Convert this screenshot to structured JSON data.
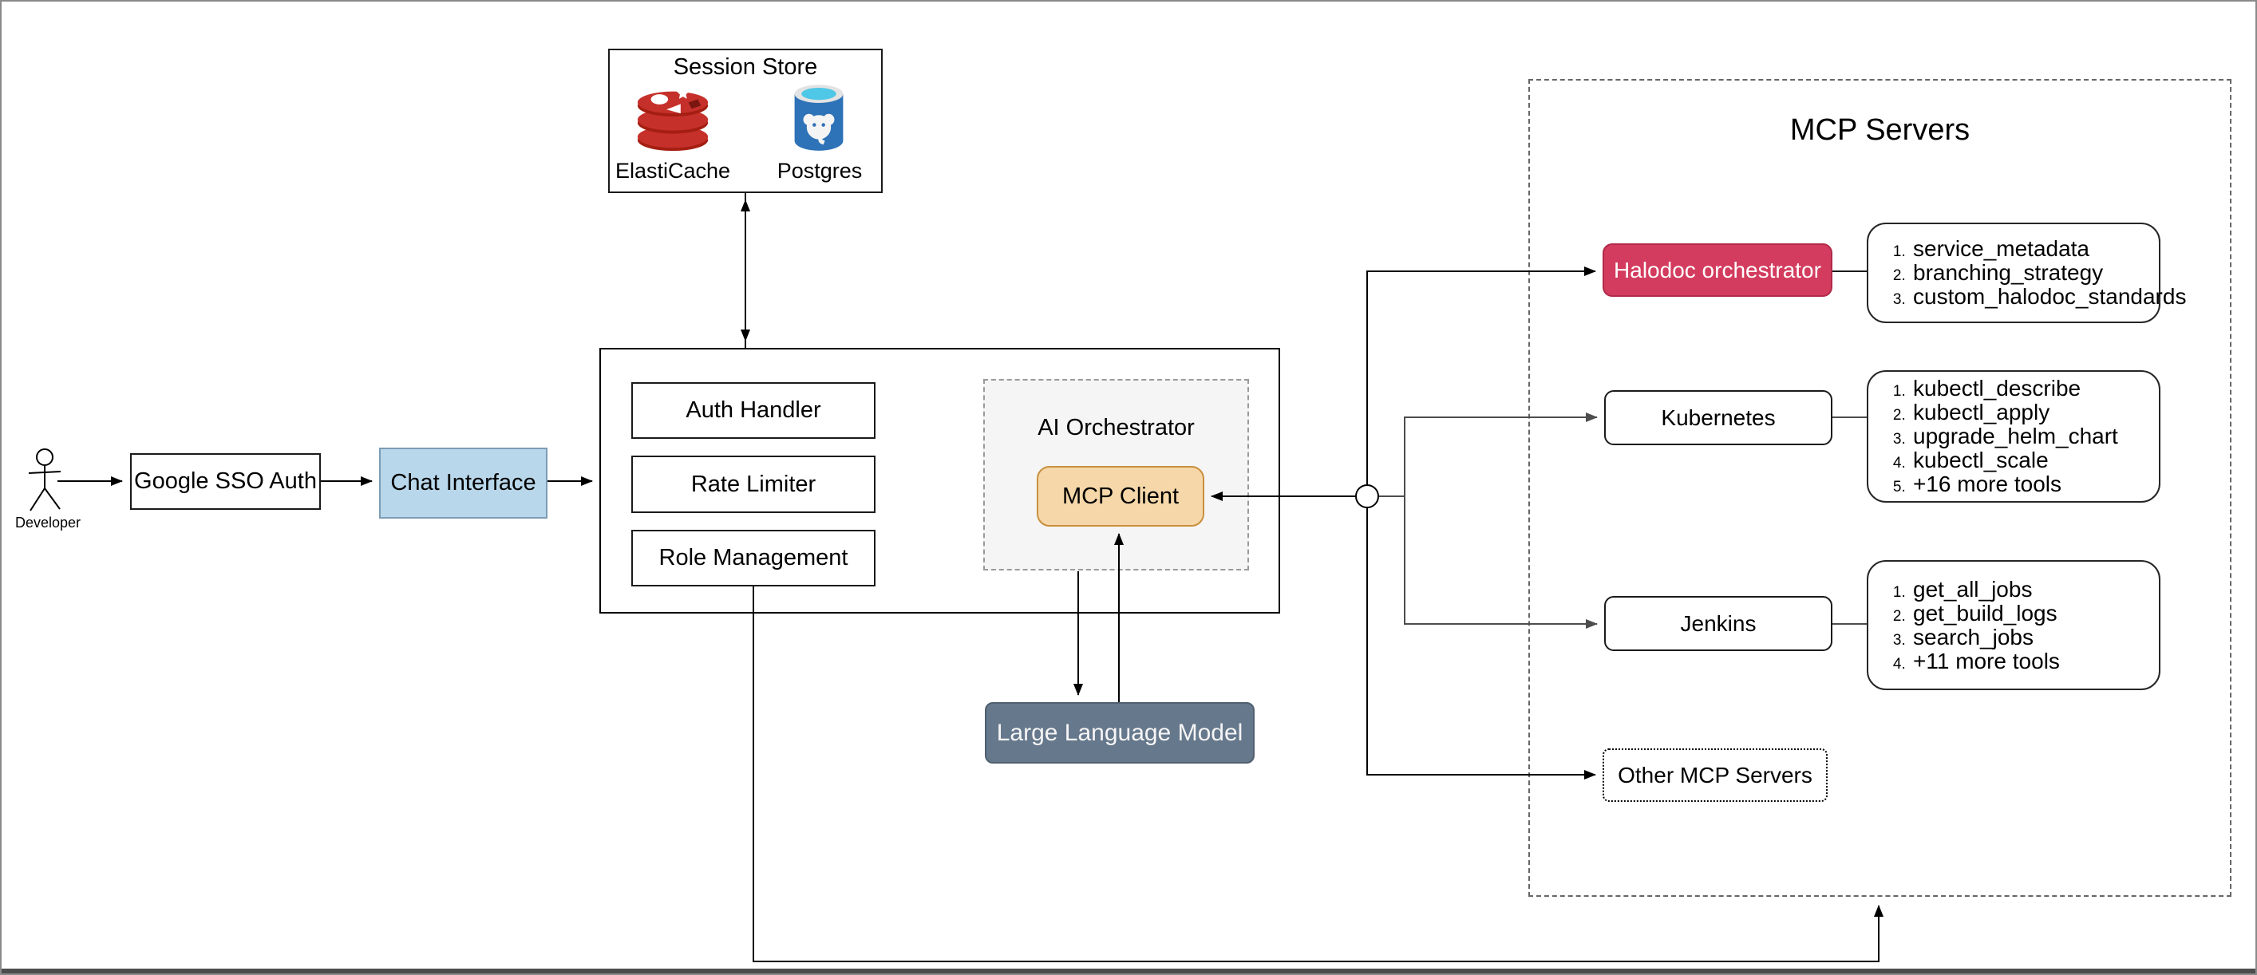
{
  "colors": {
    "chat_fill": "#B9D7EA",
    "chat_border": "#7C9CB5",
    "mcp_client_fill": "#F5D7A9",
    "mcp_client_border": "#C98F3D",
    "halodoc_fill": "#D33C5E",
    "llm_fill": "#66788C",
    "ai_orchestrator_fill": "#F5F5F5"
  },
  "actors": {
    "developer": "Developer"
  },
  "nodes": {
    "google_sso": "Google SSO Auth",
    "chat_interface": "Chat Interface",
    "auth_handler": "Auth Handler",
    "rate_limiter": "Rate Limiter",
    "role_management": "Role Management",
    "ai_orchestrator": "AI Orchestrator",
    "mcp_client": "MCP Client",
    "llm": "Large Language Model"
  },
  "session_store": {
    "title": "Session Store",
    "items": [
      {
        "icon": "redis-icon",
        "label": "ElastiCache"
      },
      {
        "icon": "postgres-icon",
        "label": "Postgres"
      }
    ]
  },
  "mcp_servers": {
    "title": "MCP Servers",
    "servers": [
      {
        "label": "Halodoc orchestrator",
        "tools": [
          "service_metadata",
          "branching_strategy",
          "custom_halodoc_standards"
        ]
      },
      {
        "label": "Kubernetes",
        "tools": [
          "kubectl_describe",
          "kubectl_apply",
          "upgrade_helm_chart",
          "kubectl_scale",
          "+16 more tools"
        ]
      },
      {
        "label": "Jenkins",
        "tools": [
          "get_all_jobs",
          "get_build_logs",
          "search_jobs",
          "+11 more tools"
        ]
      },
      {
        "label": "Other MCP Servers",
        "tools": []
      }
    ]
  }
}
